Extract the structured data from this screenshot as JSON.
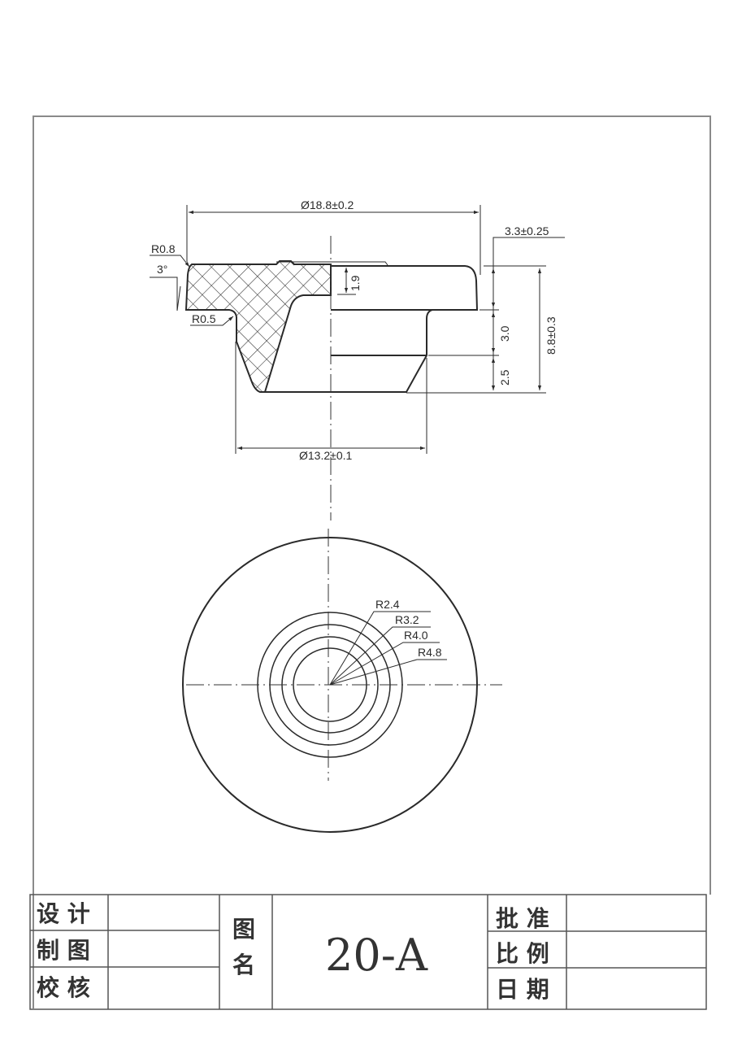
{
  "drawing": {
    "type": "engineering-drawing",
    "subject": "rubber stopper / seal cross-section and top view",
    "section_view": {
      "dimensions": {
        "outer_diameter": "Ø18.8±0.2",
        "lower_diameter": "Ø13.2±0.1",
        "flange_thickness": "3.3±0.25",
        "total_height": "8.8±0.3",
        "inner_height_upper": "3.0",
        "inner_height_lower": "2.5",
        "top_recess_depth": "1.9",
        "radius_top_corner": "R0.8",
        "radius_step": "R0.5",
        "draft_angle": "3°"
      }
    },
    "top_view": {
      "radii": [
        "R2.4",
        "R3.2",
        "R4.0",
        "R4.8"
      ]
    }
  },
  "title_block": {
    "left_labels": [
      "设 计",
      "制 图",
      "校 核"
    ],
    "left_values": [
      "",
      "",
      ""
    ],
    "name_label_line1": "图",
    "name_label_line2": "名",
    "drawing_name": "20-A",
    "right_labels": [
      "批 准",
      "比 例",
      "日 期"
    ],
    "right_values": [
      "",
      "",
      ""
    ]
  }
}
